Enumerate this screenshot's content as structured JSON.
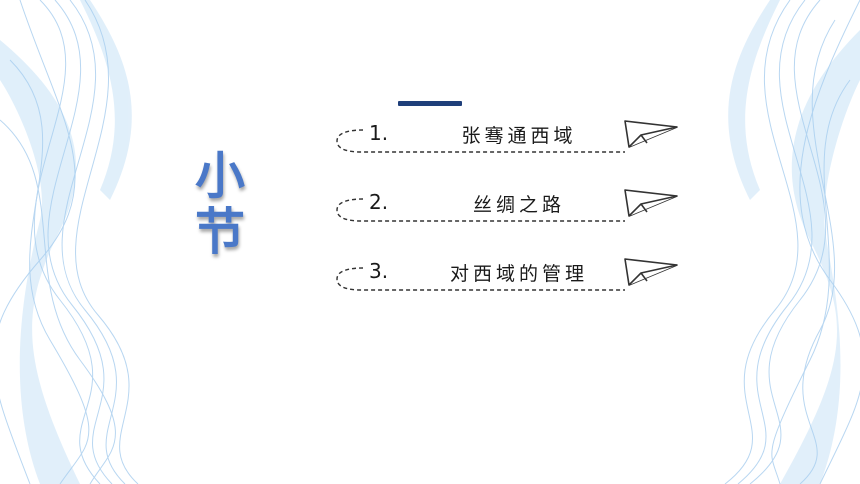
{
  "section": {
    "title_chars": [
      "小",
      "节"
    ]
  },
  "toc": [
    {
      "number": "1.",
      "label": "张骞通西域"
    },
    {
      "number": "2.",
      "label": "丝绸之路"
    },
    {
      "number": "3.",
      "label": "对西域的管理"
    }
  ],
  "colors": {
    "title": "#4a78c8",
    "accent_bar": "#1f3f7a",
    "decor": "#7fb6e6"
  },
  "icons": [
    "paper-plane-icon"
  ]
}
